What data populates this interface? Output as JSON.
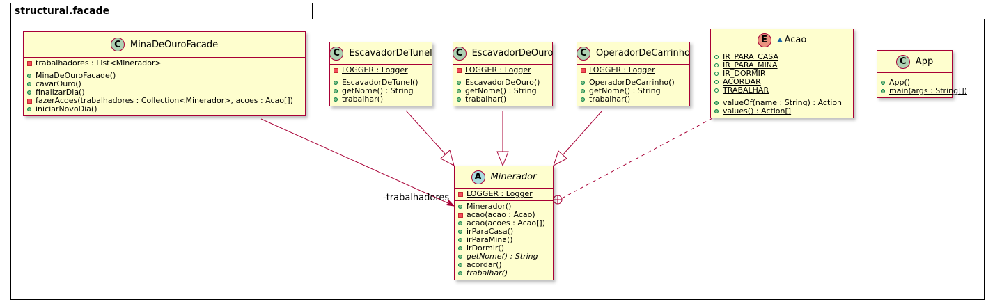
{
  "package": {
    "name": "structural.facade"
  },
  "colors": {
    "class_fill": "#fefece",
    "class_border": "#a80036",
    "class_icon": "#add1b2",
    "abstract_icon": "#a9dcdf",
    "enum_icon": "#eb937f",
    "line": "#a80036"
  },
  "classes": {
    "mina": {
      "stereo": "C",
      "name": "MinaDeOuroFacade",
      "fields": [
        {
          "vis": "private",
          "text": "trabalhadores : List<Minerador>"
        }
      ],
      "methods": [
        {
          "vis": "public",
          "text": "MinaDeOuroFacade()"
        },
        {
          "vis": "public",
          "text": "cavarOuro()"
        },
        {
          "vis": "public",
          "text": "finalizarDia()"
        },
        {
          "vis": "private",
          "text": "fazerAcoes(trabalhadores : Collection<Minerador>, acoes : Acao[])",
          "static": true
        },
        {
          "vis": "public",
          "text": "iniciarNovoDia()"
        }
      ]
    },
    "tunel": {
      "stereo": "C",
      "name": "EscavadorDeTunel",
      "fields": [
        {
          "vis": "private",
          "text": "LOGGER : Logger",
          "static": true
        }
      ],
      "methods": [
        {
          "vis": "public",
          "text": "EscavadorDeTunel()"
        },
        {
          "vis": "public",
          "text": "getNome() : String"
        },
        {
          "vis": "public",
          "text": "trabalhar()"
        }
      ]
    },
    "ouro": {
      "stereo": "C",
      "name": "EscavadorDeOuro",
      "fields": [
        {
          "vis": "private",
          "text": "LOGGER : Logger",
          "static": true
        }
      ],
      "methods": [
        {
          "vis": "public",
          "text": "EscavadorDeOuro()"
        },
        {
          "vis": "public",
          "text": "getNome() : String"
        },
        {
          "vis": "public",
          "text": "trabalhar()"
        }
      ]
    },
    "carrinho": {
      "stereo": "C",
      "name": "OperadorDeCarrinho",
      "fields": [
        {
          "vis": "private",
          "text": "LOGGER : Logger",
          "static": true
        }
      ],
      "methods": [
        {
          "vis": "public",
          "text": "OperadorDeCarrinho()"
        },
        {
          "vis": "public",
          "text": "getNome() : String"
        },
        {
          "vis": "public",
          "text": "trabalhar()"
        }
      ]
    },
    "acao": {
      "stereo": "E",
      "name": "Acao",
      "fields": [
        {
          "vis": "public-open",
          "text": "IR_PARA_CASA",
          "static": true
        },
        {
          "vis": "public-open",
          "text": "IR_PARA_MINA",
          "static": true
        },
        {
          "vis": "public-open",
          "text": "IR_DORMIR",
          "static": true
        },
        {
          "vis": "public-open",
          "text": "ACORDAR",
          "static": true
        },
        {
          "vis": "public-open",
          "text": "TRABALHAR",
          "static": true
        }
      ],
      "methods": [
        {
          "vis": "public",
          "text": "valueOf(name : String) : Action",
          "static": true
        },
        {
          "vis": "public",
          "text": "values() : Action[]",
          "static": true
        }
      ]
    },
    "app": {
      "stereo": "C",
      "name": "App",
      "fields": [],
      "methods": [
        {
          "vis": "public",
          "text": "App()"
        },
        {
          "vis": "public",
          "text": "main(args : String[])",
          "static": true
        }
      ]
    },
    "minerador": {
      "stereo": "A",
      "name": "Minerador",
      "abstract": true,
      "fields": [
        {
          "vis": "private",
          "text": "LOGGER : Logger",
          "static": true
        }
      ],
      "methods": [
        {
          "vis": "public",
          "text": "Minerador()"
        },
        {
          "vis": "private",
          "text": "acao(acao : Acao)"
        },
        {
          "vis": "public",
          "text": "acao(acoes : Acao[])"
        },
        {
          "vis": "public",
          "text": "irParaCasa()"
        },
        {
          "vis": "public",
          "text": "irParaMina()"
        },
        {
          "vis": "public",
          "text": "irDormir()"
        },
        {
          "vis": "public",
          "text": "getNome() : String",
          "abstract": true
        },
        {
          "vis": "public",
          "text": "acordar()"
        },
        {
          "vis": "public",
          "text": "trabalhar()",
          "abstract": true
        }
      ]
    }
  },
  "relations": {
    "association_label": "-trabalhadores"
  }
}
